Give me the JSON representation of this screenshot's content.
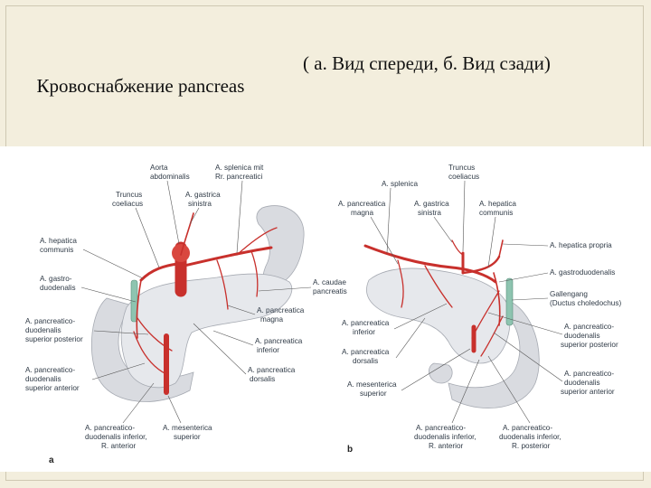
{
  "title": {
    "part1": "Кровоснабжение pancreas",
    "part2": "( а. Вид спереди, б. Вид сзади)"
  },
  "panel_a": {
    "tag": "a",
    "labels": {
      "aorta_1": "Aorta",
      "aorta_2": "abdominalis",
      "splenica_1": "A. splenica mit",
      "splenica_2": "Rr. pancreatici",
      "truncus_1": "Truncus",
      "truncus_2": "coeliacus",
      "gastrica_1": "A. gastrica",
      "gastrica_2": "sinistra",
      "hepatica_1": "A. hepatica",
      "hepatica_2": "communis",
      "gastroduod_1": "A. gastro-",
      "gastroduod_2": "duodenalis",
      "pdsp_1": "A. pancreatico-",
      "pdsp_2": "duodenalis",
      "pdsp_3": "superior posterior",
      "pdsa_1": "A. pancreatico-",
      "pdsa_2": "duodenalis",
      "pdsa_3": "superior anterior",
      "pmagna_1": "A. pancreatica",
      "pmagna_2": "magna",
      "pinf_1": "A. pancreatica",
      "pinf_2": "inferior",
      "pdors_1": "A. pancreatica",
      "pdors_2": "dorsalis",
      "pdi_1": "A. pancreatico-",
      "pdi_2": "duodenalis inferior,",
      "pdi_3": "R. anterior",
      "mesent_1": "A. mesenterica",
      "mesent_2": "superior",
      "caudae_1": "A. caudae",
      "caudae_2": "pancreatis"
    }
  },
  "panel_b": {
    "tag": "b",
    "labels": {
      "splenica": "A. splenica",
      "truncus_1": "Truncus",
      "truncus_2": "coeliacus",
      "pmagna_1": "A. pancreatica",
      "pmagna_2": "magna",
      "gastrica_1": "A. gastrica",
      "gastrica_2": "sinistra",
      "hepatica_1": "A. hepatica",
      "hepatica_2": "communis",
      "hep_propria": "A. hepatica propria",
      "gastroduod": "A. gastroduodenalis",
      "gallengang_1": "Gallengang",
      "gallengang_2": "(Ductus choledochus)",
      "pinf_1": "A. pancreatica",
      "pinf_2": "inferior",
      "pdors_1": "A. pancreatica",
      "pdors_2": "dorsalis",
      "mesent_1": "A. mesenterica",
      "mesent_2": "superior",
      "pdsp_1": "A. pancreatico-",
      "pdsp_2": "duodenalis",
      "pdsp_3": "superior posterior",
      "pdsa_1": "A. pancreatico-",
      "pdsa_2": "duodenalis",
      "pdsa_3": "superior anterior",
      "pdia_1": "A. pancreatico-",
      "pdia_2": "duodenalis inferior,",
      "pdia_3": "R. anterior",
      "pdip_1": "A. pancreatico-",
      "pdip_2": "duodenalis inferior,",
      "pdip_3": "R. posterior"
    }
  },
  "colors": {
    "artery": "#c8302c",
    "organ": "#d9dbe0",
    "duct": "#8ec4b0",
    "slide_bg": "#f3eedd"
  }
}
